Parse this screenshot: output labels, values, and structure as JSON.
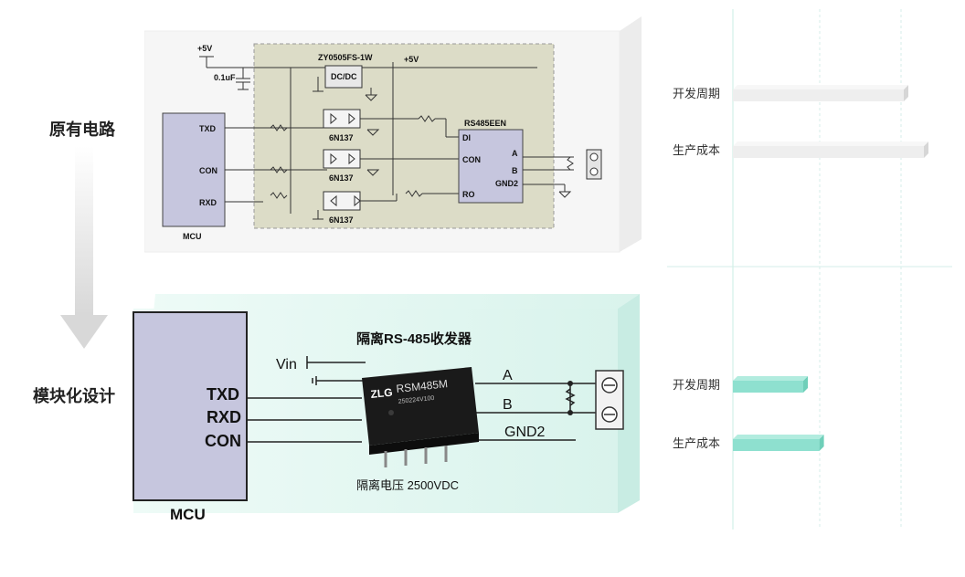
{
  "left": {
    "original_label": "原有电路",
    "module_label": "模块化设计"
  },
  "old_circuit": {
    "vcc_left": "+5V",
    "vcc_right": "+5V",
    "cap": "0.1uF",
    "dcdc_part": "ZY0505FS-1W",
    "dcdc_box": "DC/DC",
    "optos": [
      "6N137",
      "6N137",
      "6N137"
    ],
    "transceiver": "RS485EEN",
    "transceiver_pins": [
      "DI",
      "CON",
      "RO",
      "A",
      "B",
      "GND2"
    ],
    "mcu_pins": [
      "TXD",
      "CON",
      "RXD"
    ],
    "mcu": "MCU"
  },
  "new_circuit": {
    "title": "隔离RS-485收发器",
    "vin": "Vin",
    "mcu_pins": [
      "TXD",
      "RXD",
      "CON"
    ],
    "mcu": "MCU",
    "outputs": [
      "A",
      "B",
      "GND2"
    ],
    "chip_brand": "ZLG",
    "chip_model": "RSM485M",
    "chip_code": "250224V100",
    "isolation": "隔离电压 2500VDC"
  },
  "chart_data": {
    "type": "bar",
    "orientation": "horizontal",
    "groups": [
      {
        "categories": [
          "开发周期",
          "生产成本"
        ],
        "values": [
          0.85,
          0.95
        ],
        "color": "#eeeeee"
      },
      {
        "categories": [
          "开发周期",
          "生产成本"
        ],
        "values": [
          0.35,
          0.43
        ],
        "color": "#8ee0cf"
      }
    ]
  }
}
